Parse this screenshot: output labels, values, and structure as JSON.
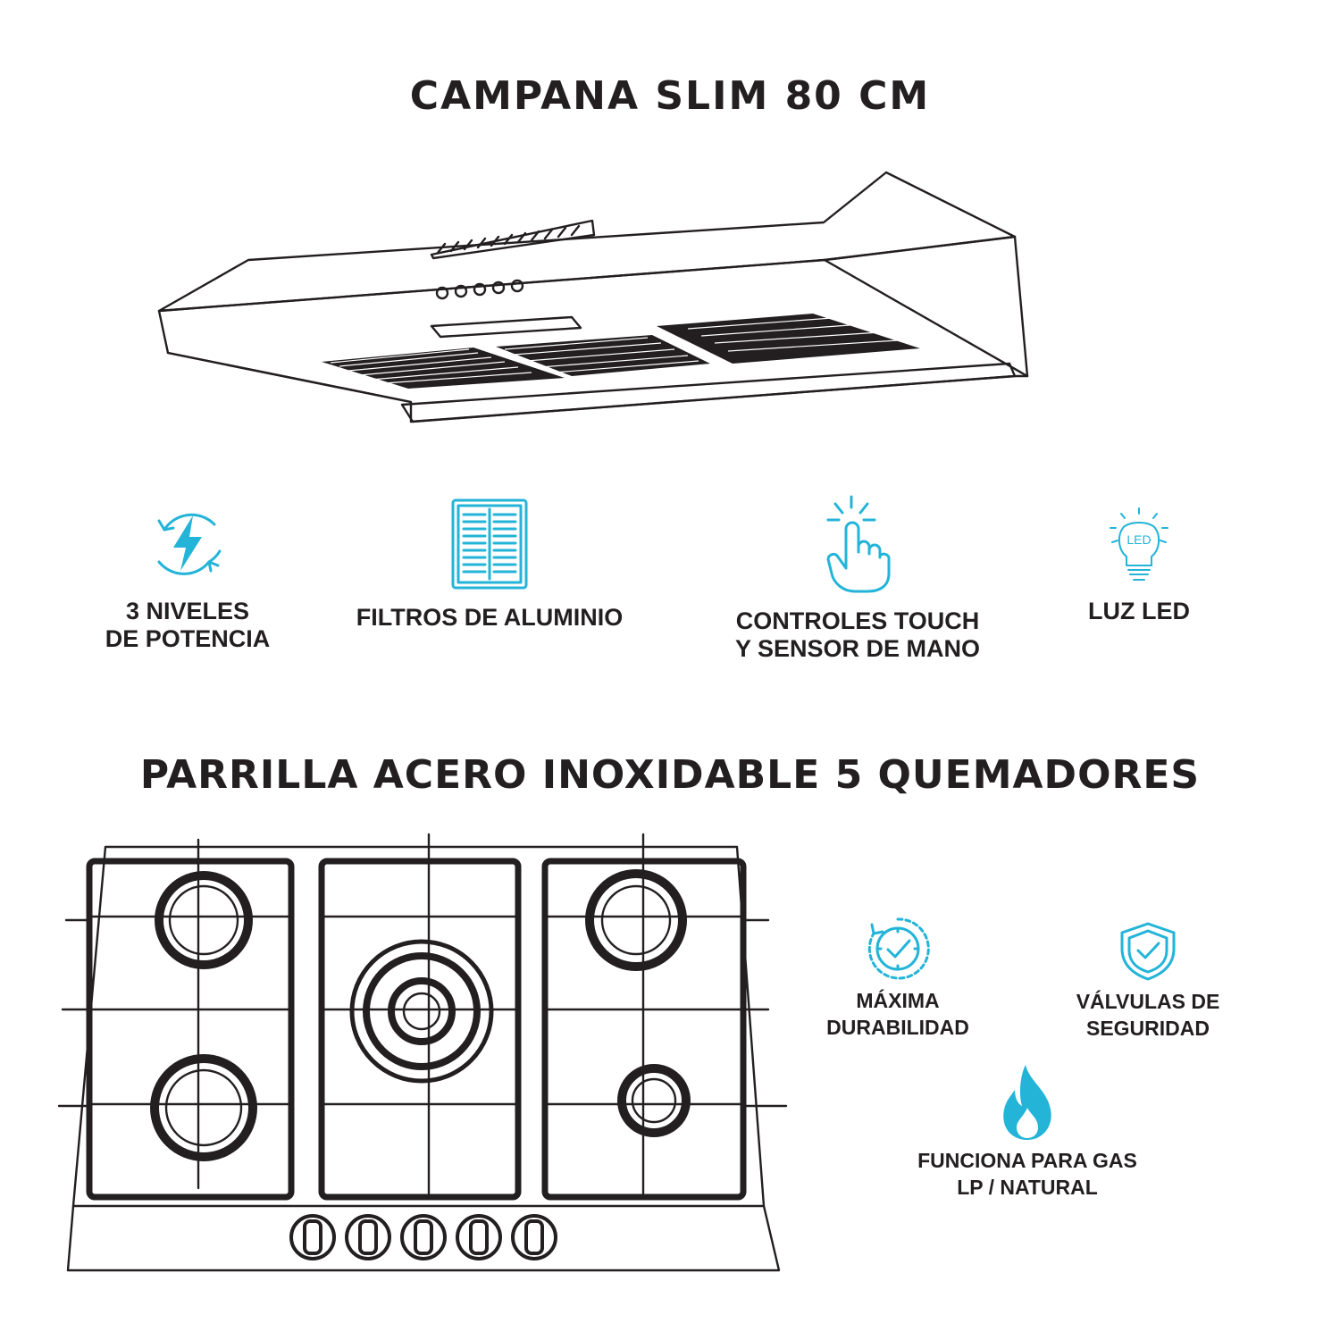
{
  "hood": {
    "title": "CAMPANA SLIM 80 CM",
    "features": [
      {
        "icon": "power-levels-icon",
        "lines": [
          "3 NIVELES",
          "DE POTENCIA"
        ]
      },
      {
        "icon": "aluminum-filter-icon",
        "lines": [
          "FILTROS DE ALUMINIO"
        ]
      },
      {
        "icon": "touch-hand-icon",
        "lines": [
          "CONTROLES TOUCH",
          "Y SENSOR DE MANO"
        ]
      },
      {
        "icon": "led-bulb-icon",
        "lines": [
          "LUZ LED"
        ]
      }
    ]
  },
  "cooktop": {
    "title": "PARRILLA ACERO INOXIDABLE 5 QUEMADORES",
    "features": [
      {
        "icon": "durability-clock-icon",
        "lines": [
          "MÁXIMA",
          "DURABILIDAD"
        ]
      },
      {
        "icon": "safety-shield-icon",
        "lines": [
          "VÁLVULAS DE",
          "SEGURIDAD"
        ]
      },
      {
        "icon": "gas-flame-icon",
        "lines": [
          "FUNCIONA PARA GAS",
          "LP / NATURAL"
        ]
      }
    ]
  },
  "colors": {
    "text": "#231f20",
    "accent": "#23b4d8",
    "background": "#ffffff"
  }
}
